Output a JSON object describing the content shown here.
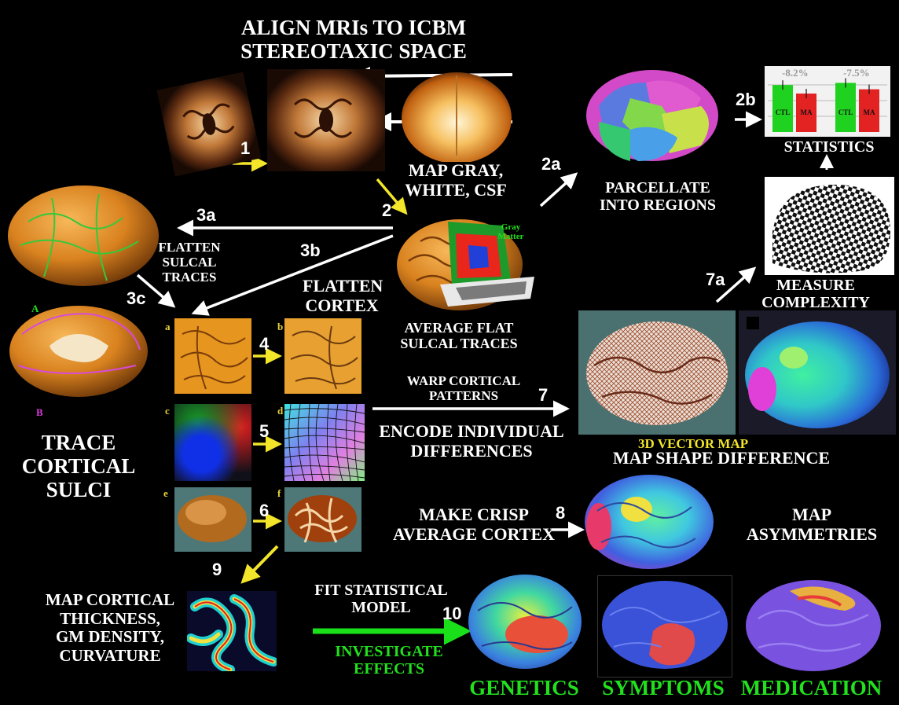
{
  "labels": {
    "align_title_1": "ALIGN MRIs TO ICBM",
    "align_title_2": "STEREOTAXIC SPACE",
    "map_gray_1": "MAP GRAY,",
    "map_gray_2": "WHITE, CSF",
    "gray_matter_1": "Gray",
    "gray_matter_2": "Matter",
    "parcellate_1": "PARCELLATE",
    "parcellate_2": "INTO REGIONS",
    "statistics": "STATISTICS",
    "flatten_sulcal_1": "FLATTEN",
    "flatten_sulcal_2": "SULCAL",
    "flatten_sulcal_3": "TRACES",
    "flatten_cortex_1": "FLATTEN",
    "flatten_cortex_2": "CORTEX",
    "average_flat_1": "AVERAGE FLAT",
    "average_flat_2": "SULCAL TRACES",
    "measure_1": "MEASURE",
    "measure_2": "COMPLEXITY",
    "trace_1": "TRACE",
    "trace_2": "CORTICAL",
    "trace_3": "SULCI",
    "warp_1": "WARP CORTICAL",
    "warp_2": "PATTERNS",
    "encode_1": "ENCODE INDIVIDUAL",
    "encode_2": "DIFFERENCES",
    "vector_map": "3D VECTOR MAP",
    "shape_diff": "MAP SHAPE DIFFERENCE",
    "crisp_1": "MAKE CRISP",
    "crisp_2": "AVERAGE CORTEX",
    "asym_1": "MAP",
    "asym_2": "ASYMMETRIES",
    "thick_1": "MAP CORTICAL",
    "thick_2": "THICKNESS,",
    "thick_3": "GM DENSITY,",
    "thick_4": "CURVATURE",
    "fit_1": "FIT STATISTICAL",
    "fit_2": "MODEL",
    "investigate_1": "INVESTIGATE",
    "investigate_2": "EFFECTS",
    "genetics": "GENETICS",
    "symptoms": "SYMPTOMS",
    "medication": "MEDICATION",
    "brain_a": "A",
    "brain_b": "B"
  },
  "steps": {
    "s1": "1",
    "s2": "2",
    "s2a": "2a",
    "s2b": "2b",
    "s3a": "3a",
    "s3b": "3b",
    "s3c": "3c",
    "s4": "4",
    "s5": "5",
    "s6": "6",
    "s7": "7",
    "s7a": "7a",
    "s8": "8",
    "s9": "9",
    "s10": "10"
  },
  "panel_tags": {
    "a": "a",
    "b": "b",
    "c": "c",
    "d": "d",
    "e": "e",
    "f": "f"
  },
  "bar_chart": {
    "pct_left": "-8.2%",
    "pct_right": "-7.5%",
    "bar_labels": [
      "CTL",
      "MA",
      "CTL",
      "MA"
    ],
    "values": [
      0.88,
      0.72,
      0.92,
      0.8
    ]
  },
  "colors": {
    "white_label": "#ffffff",
    "green_label": "#22e01e",
    "yellow_label": "#f2e52a",
    "arrow_yellow": "#f2e52a",
    "arrow_green": "#19e019",
    "brain_orange": "#d9821f",
    "bar_green": "#1fd21f",
    "bar_red": "#e32222"
  }
}
